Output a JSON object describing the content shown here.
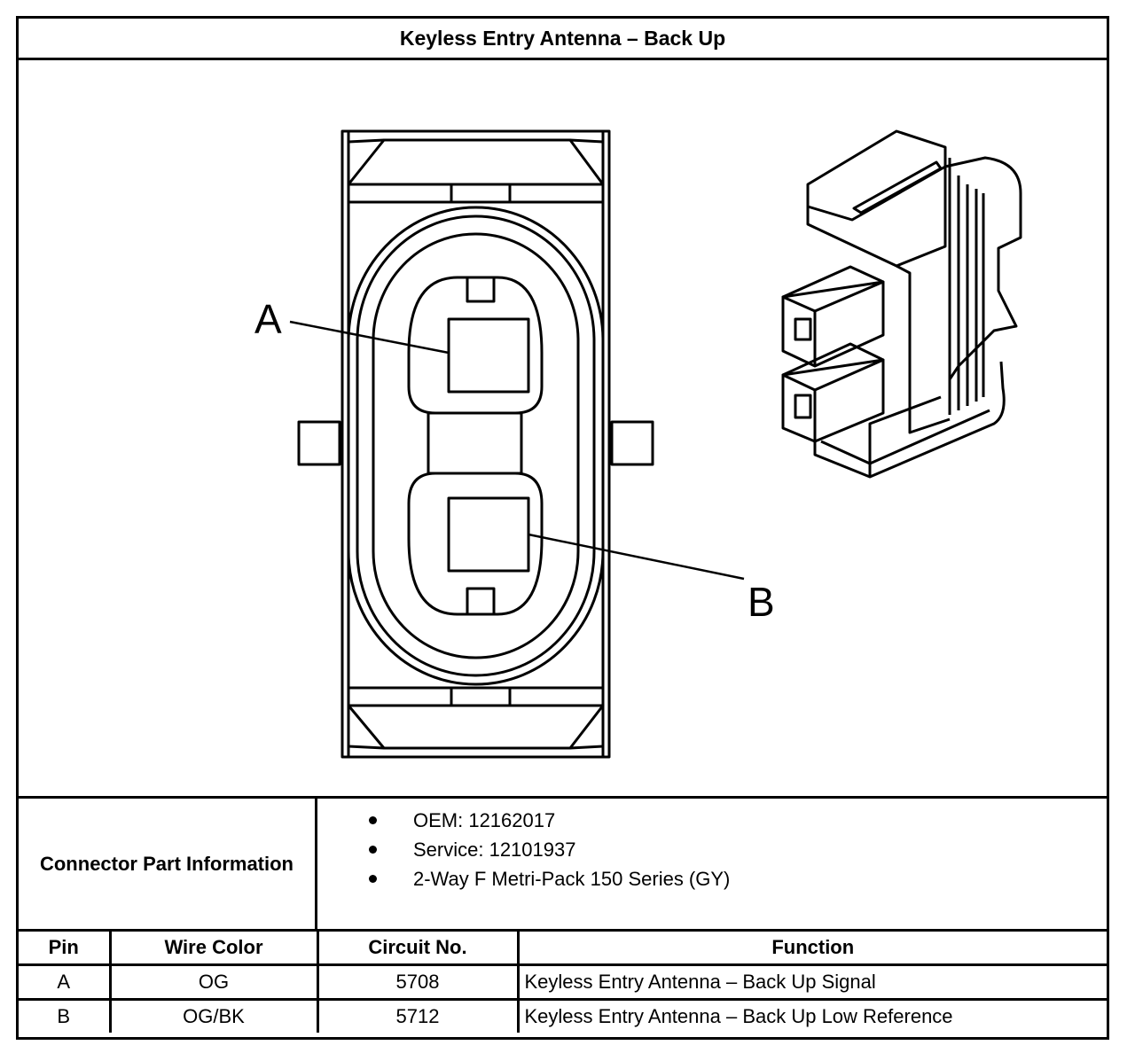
{
  "title": "Keyless Entry Antenna – Back Up",
  "diagram": {
    "pin_labels": [
      "A",
      "B"
    ]
  },
  "connector_info": {
    "label": "Connector Part Information",
    "items": [
      "OEM: 12162017",
      "Service: 12101937",
      "2-Way F Metri-Pack 150 Series (GY)"
    ]
  },
  "table": {
    "headers": [
      "Pin",
      "Wire Color",
      "Circuit No.",
      "Function"
    ],
    "rows": [
      [
        "A",
        "OG",
        "5708",
        "Keyless Entry Antenna – Back Up Signal"
      ],
      [
        "B",
        "OG/BK",
        "5712",
        "Keyless Entry Antenna – Back Up Low Reference"
      ]
    ]
  }
}
